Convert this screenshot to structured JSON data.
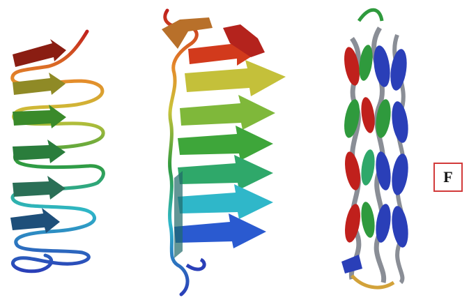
{
  "panel_label": "F",
  "figure": {
    "structures": [
      {
        "name": "left-beta-solenoid",
        "color_scheme": "rainbow"
      },
      {
        "name": "middle-beta-helix",
        "color_scheme": "rainbow"
      },
      {
        "name": "right-twisted-fibril",
        "color_scheme": "red-green-blue-grey"
      }
    ],
    "colors": {
      "red": "#c0201c",
      "orange": "#e58a2a",
      "yellow": "#c9c43a",
      "green": "#2f9a3d",
      "cyan": "#2fb7c9",
      "blue": "#2a3fb8",
      "grey": "#8a8e96",
      "border": "#d23a3a"
    }
  }
}
